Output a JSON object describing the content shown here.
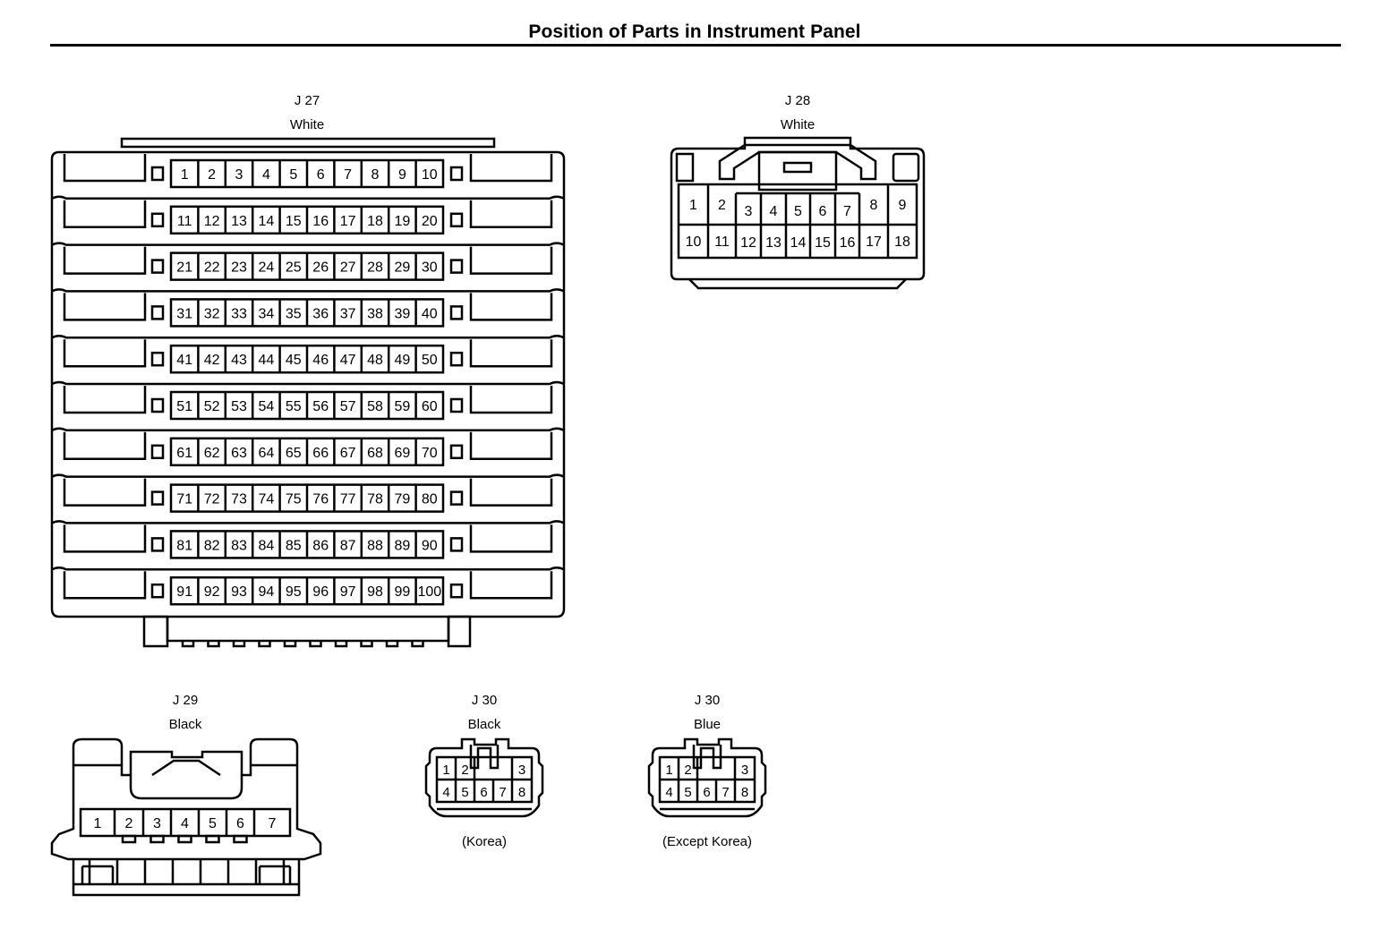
{
  "title": "Position of Parts in Instrument Panel",
  "connectors": {
    "j27": {
      "code": "J 27",
      "color": "White",
      "pins": [
        "1",
        "2",
        "3",
        "4",
        "5",
        "6",
        "7",
        "8",
        "9",
        "10",
        "11",
        "12",
        "13",
        "14",
        "15",
        "16",
        "17",
        "18",
        "19",
        "20",
        "21",
        "22",
        "23",
        "24",
        "25",
        "26",
        "27",
        "28",
        "29",
        "30",
        "31",
        "32",
        "33",
        "34",
        "35",
        "36",
        "37",
        "38",
        "39",
        "40",
        "41",
        "42",
        "43",
        "44",
        "45",
        "46",
        "47",
        "48",
        "49",
        "50",
        "51",
        "52",
        "53",
        "54",
        "55",
        "56",
        "57",
        "58",
        "59",
        "60",
        "61",
        "62",
        "63",
        "64",
        "65",
        "66",
        "67",
        "68",
        "69",
        "70",
        "71",
        "72",
        "73",
        "74",
        "75",
        "76",
        "77",
        "78",
        "79",
        "80",
        "81",
        "82",
        "83",
        "84",
        "85",
        "86",
        "87",
        "88",
        "89",
        "90",
        "91",
        "92",
        "93",
        "94",
        "95",
        "96",
        "97",
        "98",
        "99",
        "100"
      ]
    },
    "j28": {
      "code": "J 28",
      "color": "White",
      "pins": [
        "1",
        "2",
        "3",
        "4",
        "5",
        "6",
        "7",
        "8",
        "9",
        "10",
        "11",
        "12",
        "13",
        "14",
        "15",
        "16",
        "17",
        "18"
      ]
    },
    "j29": {
      "code": "J 29",
      "color": "Black",
      "pins": [
        "1",
        "2",
        "3",
        "4",
        "5",
        "6",
        "7"
      ]
    },
    "j30_korea": {
      "code": "J 30",
      "color": "Black",
      "note": "(Korea)",
      "pins": [
        "1",
        "2",
        "3",
        "4",
        "5",
        "6",
        "7",
        "8"
      ]
    },
    "j30_except": {
      "code": "J 30",
      "color": "Blue",
      "note": "(Except Korea)",
      "pins": [
        "1",
        "2",
        "3",
        "4",
        "5",
        "6",
        "7",
        "8"
      ]
    }
  }
}
